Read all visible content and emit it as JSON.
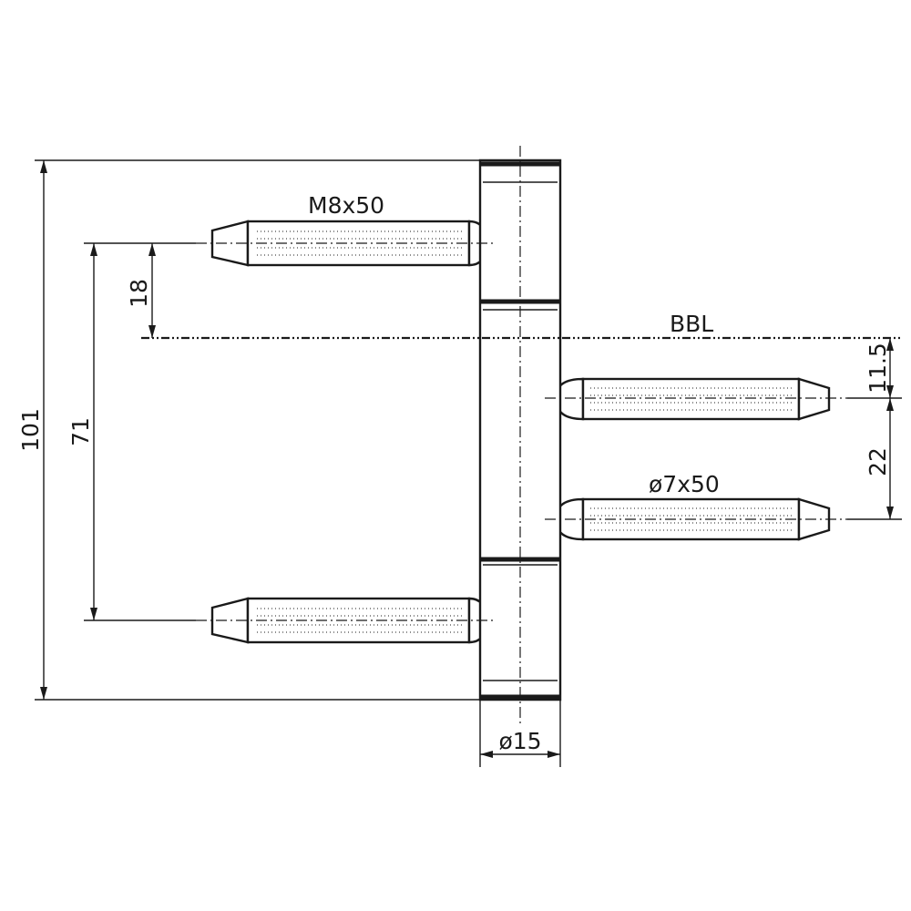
{
  "dimensions": {
    "overall_height": "101",
    "pin_spacing": "71",
    "top_pin_to_bbl": "18",
    "bbl_to_upper_pin": "11.5",
    "lower_pin_spacing": "22",
    "barrel_diameter": "ø15"
  },
  "labels": {
    "screw_pins": "M8x50",
    "dowel_pins": "ø7x50",
    "reference_line": "BBL"
  }
}
